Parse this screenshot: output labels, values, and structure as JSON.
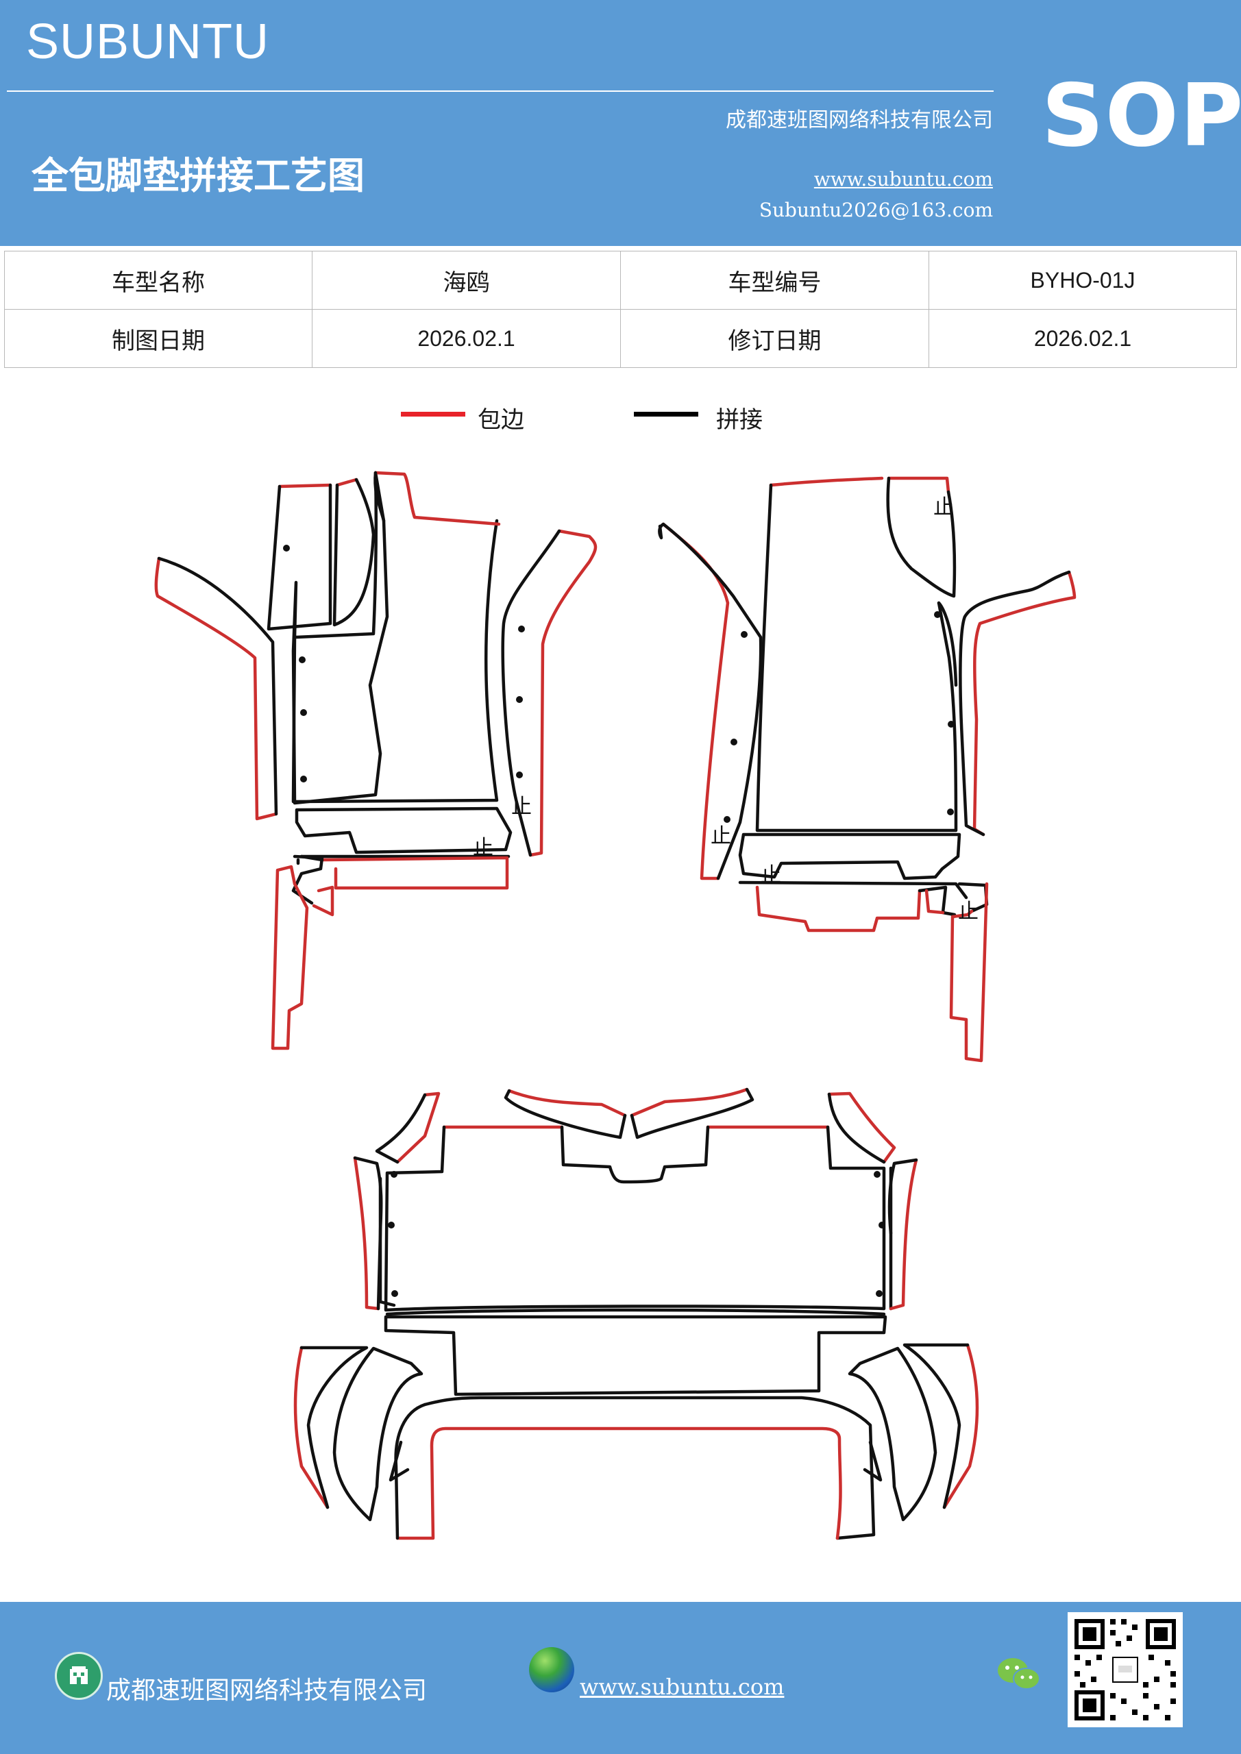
{
  "header": {
    "brand": "SUBUNTU",
    "company": "成都速班图网络科技有限公司",
    "title": "全包脚垫拼接工艺图",
    "website": "www.subuntu.com",
    "email": "Subuntu2026@163.com",
    "badge": "SOP"
  },
  "info_table": {
    "rows": [
      [
        {
          "label": "车型名称",
          "value": "海鸥"
        },
        {
          "label": "车型编号",
          "value": "BYHO-01J"
        }
      ],
      [
        {
          "label": "制图日期",
          "value": "2026.02.1"
        },
        {
          "label": "修订日期",
          "value": "2026.02.1"
        }
      ]
    ]
  },
  "legend": {
    "edge": {
      "label": "包边",
      "color": "#e8232a"
    },
    "splice": {
      "label": "拼接",
      "color": "#000000"
    }
  },
  "diagram": {
    "stop_mark": "止",
    "edge_color": "#cc2f2f",
    "splice_color": "#111111"
  },
  "footer": {
    "company": "成都速班图网络科技有限公司",
    "website": "www.subuntu.com",
    "icons": [
      "building-icon",
      "globe-icon",
      "wechat-icon",
      "qr-code"
    ]
  }
}
